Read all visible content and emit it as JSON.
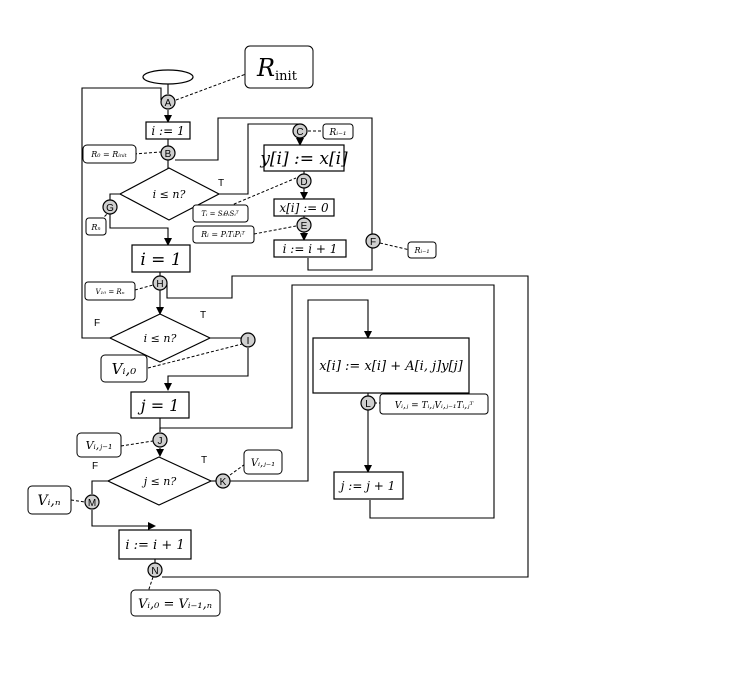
{
  "labels": {
    "rinit": "R",
    "rinit_sub": "init",
    "i_assign1": "i := 1",
    "r0": "R₀ = Rᵢₙᵢₜ",
    "ri1_c": "Rᵢ₋₁",
    "y_assign": "y[i] := x[i]",
    "cond_i1": "i ≤ n?",
    "T1": "T",
    "ti_eq": "Tᵢ = SᵢθᵢSᵢᵀ",
    "x_zero": "x[i] := 0",
    "rn": "Rₙ",
    "ri_eq": "Rᵢ = PᵢTᵢPᵢᵀ",
    "i_inc1": "i := i + 1",
    "ri1_f": "Rᵢ₋₁",
    "i_assign2": "i = 1",
    "v10": "V₁₀ = Rₙ",
    "F1": "F",
    "T2": "T",
    "cond_i2": "i ≤ n?",
    "vi0": "Vᵢ,₀",
    "x_update": "x[i] := x[i] + A[i, j]y[j]",
    "vij_eq": "Vᵢ,ⱼ = Tᵢ,ⱼVᵢ,ⱼ₋₁Tᵢ,ⱼᵀ",
    "j_assign": "j = 1",
    "vij1_j": "Vᵢ,ⱼ₋₁",
    "F2": "F",
    "T3": "T",
    "vij1_k": "Vᵢ,ⱼ₋₁",
    "cond_j": "j ≤ n?",
    "j_inc": "j := j + 1",
    "vin": "Vᵢ,ₙ",
    "i_inc2": "i := i + 1",
    "vi0_eq": "Vᵢ,₀ = Vᵢ₋₁,ₙ"
  },
  "nodes": {
    "A": "A",
    "B": "B",
    "C": "C",
    "D": "D",
    "E": "E",
    "F": "F",
    "G": "G",
    "H": "H",
    "I": "I",
    "J": "J",
    "K": "K",
    "L": "L",
    "M": "M",
    "N": "N"
  }
}
